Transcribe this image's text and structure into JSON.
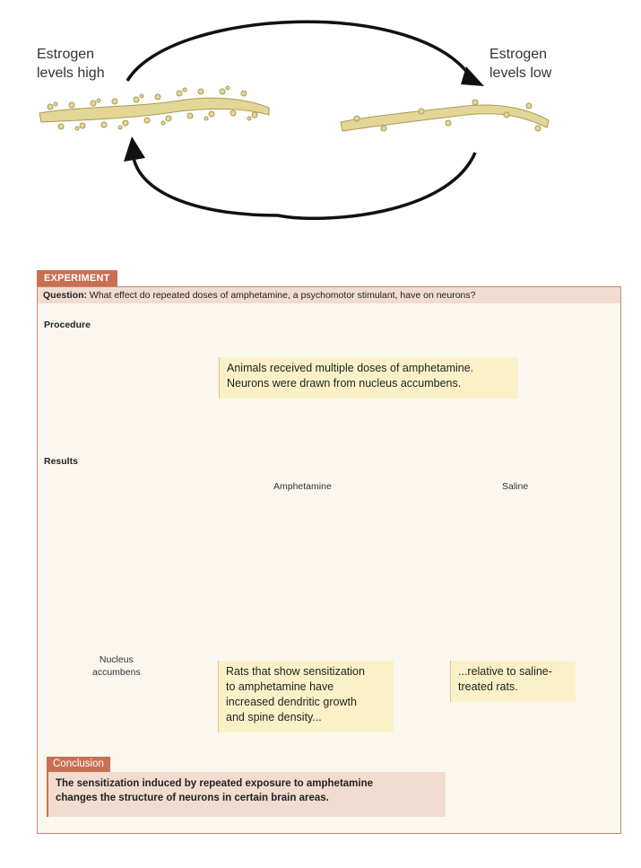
{
  "cycle": {
    "left_label": [
      "Estrogen",
      "levels high"
    ],
    "right_label": [
      "Estrogen",
      "levels low"
    ]
  },
  "experiment": {
    "tag": "EXPERIMENT",
    "question_prefix": "Question:",
    "question": "What effect do repeated doses of amphetamine, a psychomotor stimulant, have on neurons?",
    "procedure_heading": "Procedure",
    "procedure_text": [
      "Animals received multiple doses of amphetamine.",
      "Neurons were drawn from nucleus accumbens."
    ],
    "results_heading": "Results",
    "amphetamine_label": "Amphetamine",
    "saline_label": "Saline",
    "nucleus_label": [
      "Nucleus",
      "accumbens"
    ],
    "result_text_left": [
      "Rats that show sensitization",
      "to amphetamine have",
      "increased dendritic growth",
      "and spine density..."
    ],
    "result_text_right": [
      "...relative to saline-",
      "treated rats."
    ],
    "conclusion_tag": "Conclusion",
    "conclusion_text": [
      "The sensitization induced by repeated exposure to amphetamine",
      "changes the structure of neurons in certain brain areas."
    ]
  },
  "colors": {
    "dendrite": "#e4d697",
    "dendrite_outline": "#a89a55",
    "brain": "#e7cf8e",
    "accent": "#c96f52",
    "arrow_fill": "#c3c7df"
  }
}
